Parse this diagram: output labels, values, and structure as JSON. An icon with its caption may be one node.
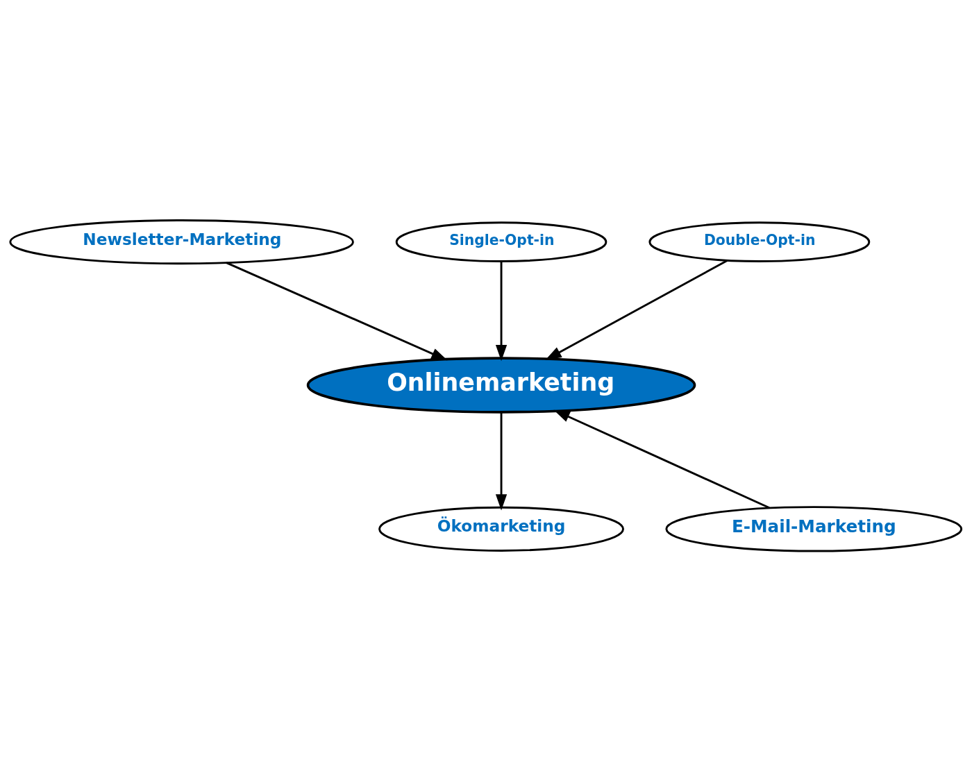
{
  "diagram": {
    "nodes": [
      {
        "text": [
          "Single-Opt-in"
        ]
      },
      {
        "text": [
          "Double-Opt-in"
        ]
      },
      {
        "text": [
          "Newsletter-Marketing"
        ]
      },
      {
        "text": [
          "Onlinemarketing"
        ]
      },
      {
        "text": [
          "E-Mail-Marketing"
        ]
      },
      {
        "text": [
          "Ökomarketing"
        ]
      }
    ],
    "edges": [
      {
        "from": 0,
        "to": 3,
        "arrow": "to"
      },
      {
        "from": 1,
        "to": 3,
        "arrow": "to"
      },
      {
        "from": 2,
        "to": 3,
        "arrow": "to"
      },
      {
        "from": 3,
        "to": 5,
        "arrow": "to"
      },
      {
        "from": 4,
        "to": 3,
        "arrow": "to"
      }
    ]
  }
}
